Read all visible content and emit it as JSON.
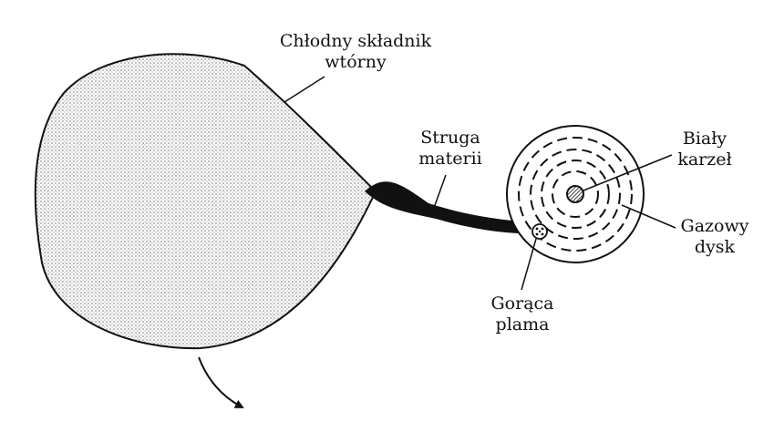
{
  "labels": {
    "secondary": {
      "line1": "Chłodny składnik",
      "line2": "wtórny"
    },
    "stream": {
      "line1": "Struga",
      "line2": "materii"
    },
    "white_dwarf": {
      "line1": "Biały",
      "line2": "karzeł"
    },
    "disk": {
      "line1": "Gazowy",
      "line2": "dysk"
    },
    "hot_spot": {
      "line1": "Gorąca",
      "line2": "plama"
    }
  },
  "colors": {
    "ink": "#111111",
    "stipple": "#6b6b6b",
    "background": "#ffffff"
  }
}
